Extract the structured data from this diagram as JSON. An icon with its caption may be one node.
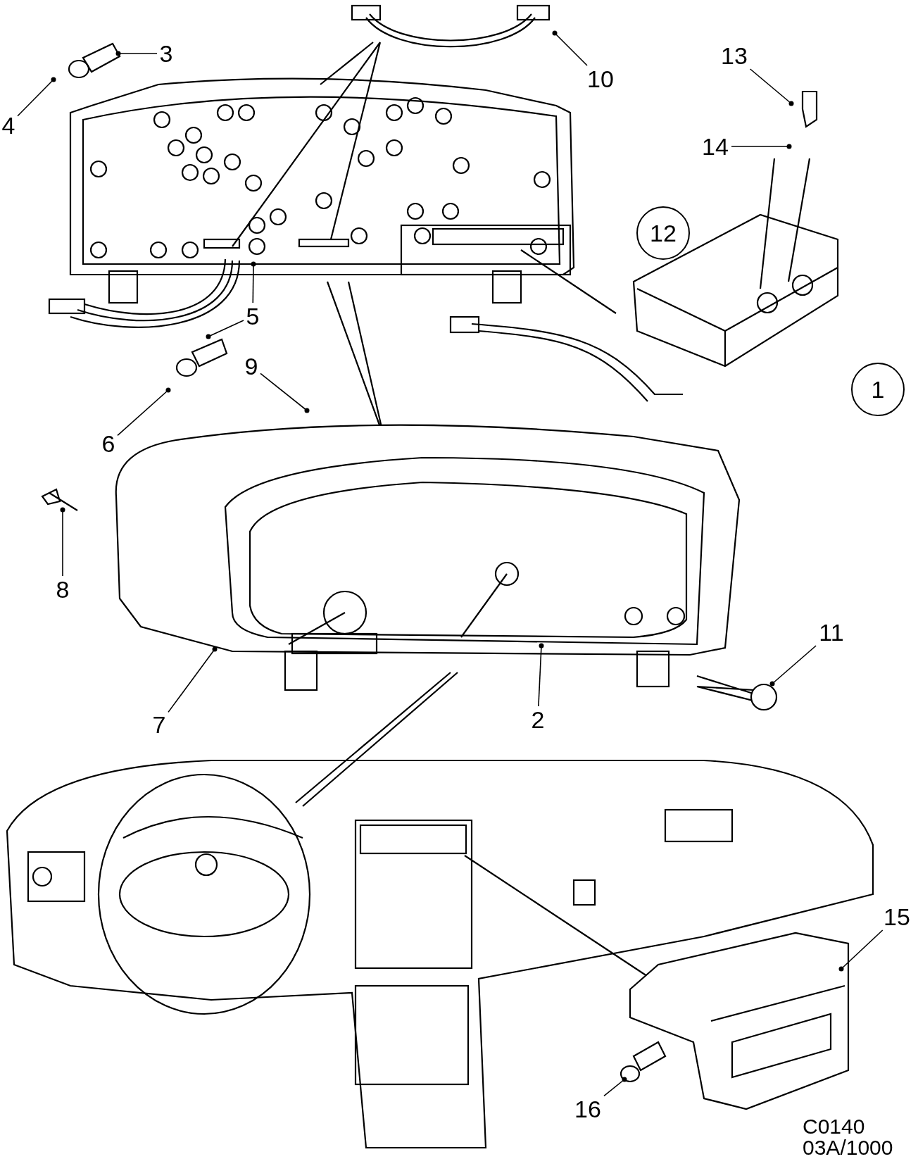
{
  "diagram": {
    "nodes": [
      {
        "text": [
          "3"
        ]
      },
      {
        "text": [
          "4"
        ]
      },
      {
        "text": [
          "10"
        ]
      },
      {
        "text": [
          "13"
        ]
      },
      {
        "text": [
          "14"
        ]
      },
      {
        "text": [
          "12"
        ]
      },
      {
        "text": [
          "5"
        ]
      },
      {
        "text": [
          "9"
        ]
      },
      {
        "text": [
          "6"
        ]
      },
      {
        "text": [
          "1"
        ]
      },
      {
        "text": [
          "8"
        ]
      },
      {
        "text": [
          "11"
        ]
      },
      {
        "text": [
          "7"
        ]
      },
      {
        "text": [
          "2"
        ]
      },
      {
        "text": [
          "15"
        ]
      },
      {
        "text": [
          "16"
        ]
      }
    ],
    "edges": [
      {
        "from": 0,
        "to": null,
        "arrow": "other"
      },
      {
        "from": 1,
        "to": null,
        "arrow": "other"
      },
      {
        "from": 2,
        "to": null,
        "arrow": "other"
      },
      {
        "from": 3,
        "to": null,
        "arrow": "other"
      },
      {
        "from": 4,
        "to": null,
        "arrow": "other"
      },
      {
        "from": 6,
        "to": null,
        "arrow": "other"
      },
      {
        "from": 6,
        "to": null,
        "arrow": "other"
      },
      {
        "from": 7,
        "to": null,
        "arrow": "other"
      },
      {
        "from": 8,
        "to": null,
        "arrow": "other"
      },
      {
        "from": 10,
        "to": null,
        "arrow": "other"
      },
      {
        "from": 11,
        "to": null,
        "arrow": "other"
      },
      {
        "from": 12,
        "to": null,
        "arrow": "other"
      },
      {
        "from": 13,
        "to": null,
        "arrow": "other"
      },
      {
        "from": 14,
        "to": null,
        "arrow": "other"
      },
      {
        "from": 15,
        "to": null,
        "arrow": "other"
      }
    ],
    "labels": [
      "C0140",
      "03A/1000"
    ]
  }
}
